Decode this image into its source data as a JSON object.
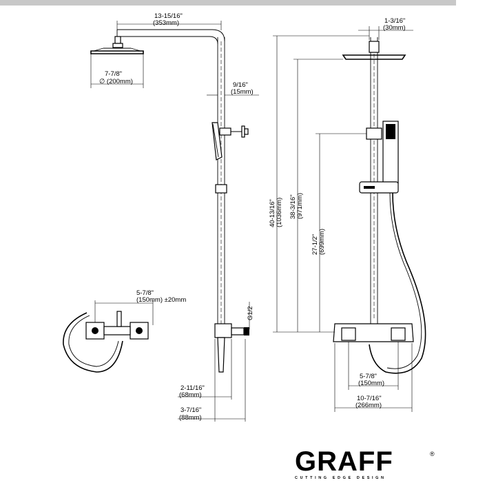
{
  "brand": {
    "name": "GRAFF",
    "tagline": "CUTTING EDGE DESIGN",
    "registered": "®"
  },
  "dimensions": {
    "arm_length": {
      "in": "13-15/16\"",
      "mm": "(353mm)"
    },
    "head_diameter": {
      "in": "7-7/8\"",
      "mm": "∅ (200mm)"
    },
    "pipe_diameter": {
      "in": "9/16\"",
      "mm": "(15mm)"
    },
    "head_thickness": {
      "in": "1-3/16\"",
      "mm": "(30mm)"
    },
    "total_height": {
      "in": "40-13/16\"",
      "mm": "(1036mm)"
    },
    "head_height": {
      "in": "38-3/16\"",
      "mm": "(971mm)"
    },
    "holder_height": {
      "in": "27-1/2\"",
      "mm": "(699mm)"
    },
    "inlet_centers": {
      "in": "5-7/8\"",
      "mm": "(150mm) ±20mm"
    },
    "inlet_thread": {
      "in": "G1/2"
    },
    "projection_1": {
      "in": "2-11/16\"",
      "mm": "(68mm)"
    },
    "projection_2": {
      "in": "3-7/16\"",
      "mm": "(88mm)"
    },
    "valve_centers": {
      "in": "5-7/8\"",
      "mm": "(150mm)"
    },
    "valve_width": {
      "in": "10-7/16\"",
      "mm": "(266mm)"
    }
  }
}
